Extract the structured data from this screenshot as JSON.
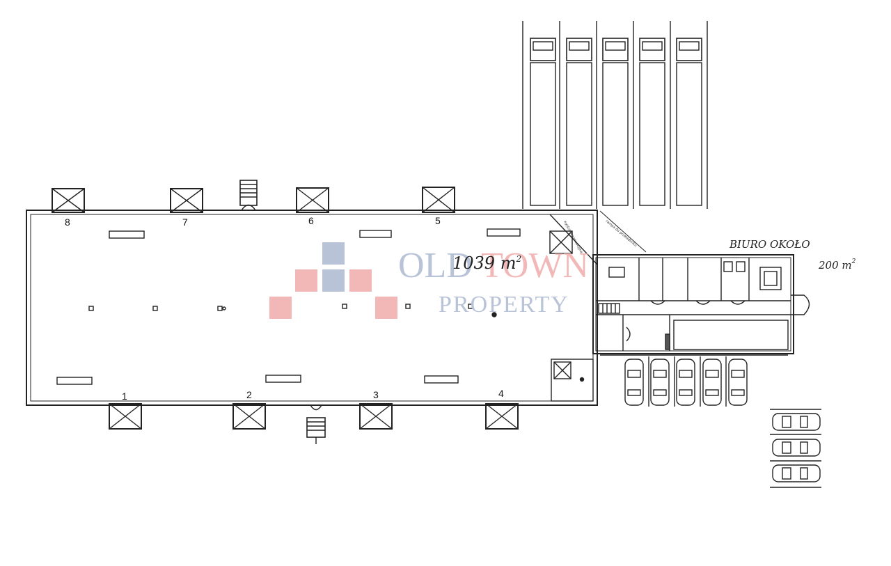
{
  "plan": {
    "area_label": "1039 m",
    "area_sup": "2",
    "office_label": "BIURO OKOŁO",
    "office_area": "200 m",
    "office_area_sup": "2",
    "dock_numbers": [
      "1",
      "2",
      "3",
      "4",
      "5",
      "6",
      "7",
      "8"
    ],
    "tiny_labels": [
      "wyjście ewakuacyjne",
      "rampa do przeładunku"
    ]
  },
  "watermark": {
    "line1": "OLD ",
    "line1_accent": "TOWN",
    "line2": "PROPERTY",
    "colors": {
      "blue": "#b9c3d8",
      "pink": "#f2b8b8"
    }
  }
}
